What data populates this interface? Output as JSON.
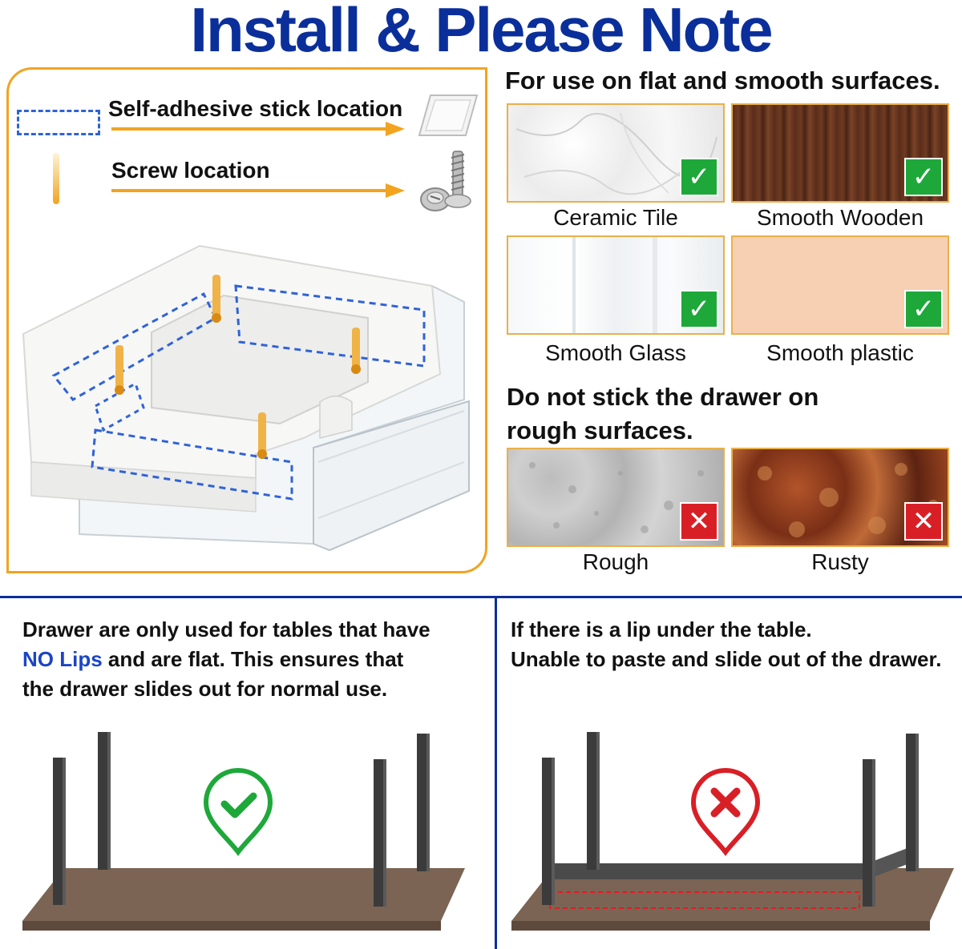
{
  "title": "Install & Please Note",
  "install": {
    "adhesive_label": "Self-adhesive stick location",
    "screw_label": "Screw location",
    "icons": [
      "adhesive-strip-icon",
      "screw-icon"
    ],
    "accent_color": "#f0a422",
    "dash_color": "#2f63d6"
  },
  "smooth": {
    "heading": "For use on flat and smooth surfaces.",
    "tiles": [
      {
        "label": "Ceramic Tile",
        "status": "ok"
      },
      {
        "label": "Smooth Wooden",
        "status": "ok"
      },
      {
        "label": "Smooth Glass",
        "status": "ok"
      },
      {
        "label": "Smooth plastic",
        "status": "ok"
      }
    ]
  },
  "rough": {
    "heading_line1": "Do not stick the drawer on",
    "heading_line2": "rough surfaces.",
    "tiles": [
      {
        "label": "Rough",
        "status": "no"
      },
      {
        "label": "Rusty",
        "status": "no"
      }
    ]
  },
  "check_glyph": "✓",
  "cross_glyph": "✕",
  "notes": {
    "left": {
      "line1": "Drawer are only used for tables that have",
      "highlight": "NO Lips",
      "line2_rest": " and are flat. This ensures that",
      "line3": "the drawer slides out for normal use."
    },
    "right": {
      "line1": "If there is a lip under the table.",
      "line2": "Unable to paste and slide out of the drawer."
    }
  },
  "colors": {
    "title": "#0b2f9a",
    "ok": "#1ea83a",
    "no": "#d91f26",
    "highlight": "#1b45c4",
    "table_top": "#7b6453",
    "table_leg": "#3b3b3b"
  }
}
